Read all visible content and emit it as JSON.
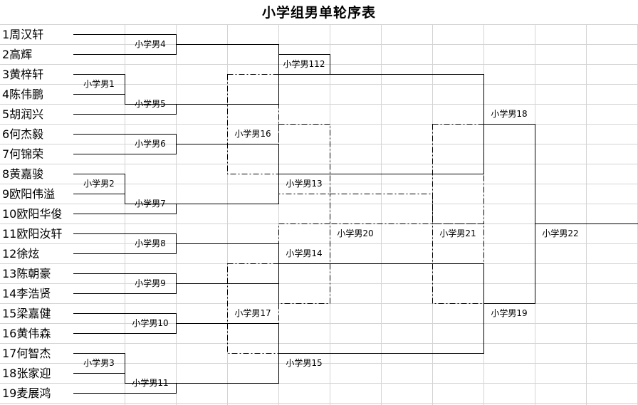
{
  "title": "小学组男单轮序表",
  "players": [
    "1周汉轩",
    "2高辉",
    "3黄梓轩",
    "4陈伟鹏",
    "5胡润兴",
    "6何杰毅",
    "7何锦荣",
    "8黄嘉骏",
    "9欧阳伟溢",
    "10欧阳华俊",
    "11欧阳汝轩",
    "12徐炫",
    "13陈朝豪",
    "14李浩贤",
    "15梁嘉健",
    "16黄伟森",
    "17何智杰",
    "18张家迎",
    "19麦展鸿"
  ],
  "matches": {
    "m1": "小学男1",
    "m2": "小学男2",
    "m3": "小学男3",
    "m4": "小学男4",
    "m5": "小学男5",
    "m6": "小学男6",
    "m7": "小学男7",
    "m8": "小学男8",
    "m9": "小学男9",
    "m10": "小学男10",
    "m11": "小学男11",
    "m112": "小学男112",
    "m13": "小学男13",
    "m14": "小学男14",
    "m15": "小学男15",
    "m16": "小学男16",
    "m17": "小学男17",
    "m18": "小学男18",
    "m19": "小学男19",
    "m20": "小学男20",
    "m21": "小学男21",
    "m22": "小学男22"
  }
}
